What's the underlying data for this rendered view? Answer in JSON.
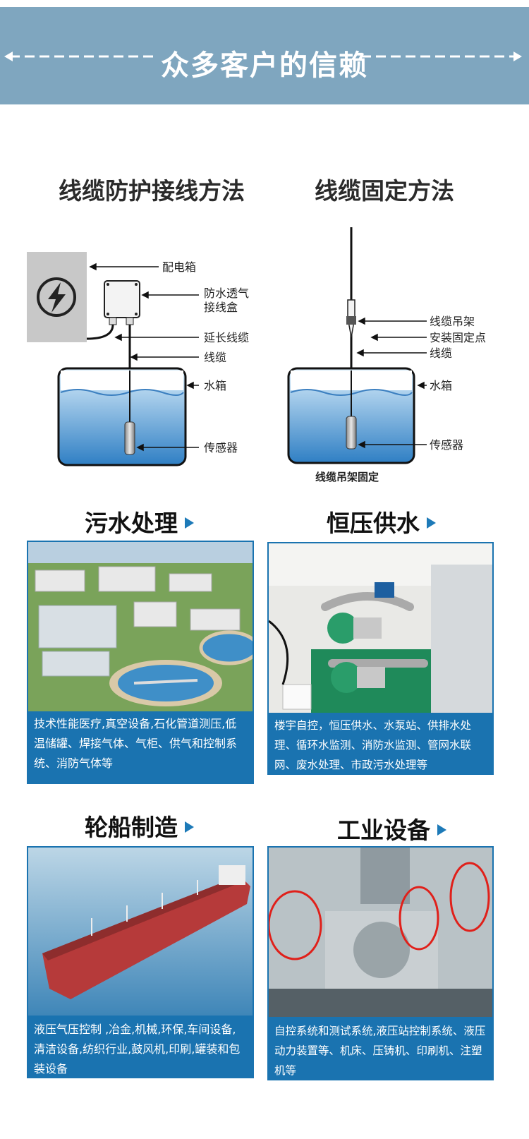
{
  "banner": {
    "title": "众多客户的信赖"
  },
  "diagrams": {
    "left": {
      "title": "线缆防护接线方法",
      "labels": {
        "distribution_box": "配电箱",
        "junction_box_line1": "防水透气",
        "junction_box_line2": "接线盒",
        "extension_cable": "延长线缆",
        "cable": "线缆",
        "water_tank": "水箱",
        "sensor": "传感器"
      }
    },
    "right": {
      "title": "线缆固定方法",
      "labels": {
        "cable_hanger": "线缆吊架",
        "mount_point": "安装固定点",
        "cable": "线缆",
        "water_tank": "水箱",
        "sensor": "传感器",
        "caption": "线缆吊架固定"
      }
    }
  },
  "categories": [
    {
      "title": "污水处理",
      "description": "技术性能医疗,真空设备,石化管道测压,低温储罐、焊接气体、气柜、供气和控制系统、消防气体等"
    },
    {
      "title": "恒压供水",
      "description": "楼宇自控，恒压供水、水泵站、供排水处理、循环水监测、消防水监测、管网水联网、废水处理、市政污水处理等"
    },
    {
      "title": "轮船制造",
      "description": "液压气压控制 ,冶金,机械,环保,车间设备,清洁设备,纺织行业,鼓风机,印刷,罐装和包装设备"
    },
    {
      "title": "工业设备",
      "description": "自控系统和测试系统,液压站控制系统、液压动力装置等、机床、压铸机、印刷机、注塑机等"
    }
  ],
  "colors": {
    "banner": "#7fa6bf",
    "accent": "#1a73b0",
    "water": "#5ba3d9"
  }
}
